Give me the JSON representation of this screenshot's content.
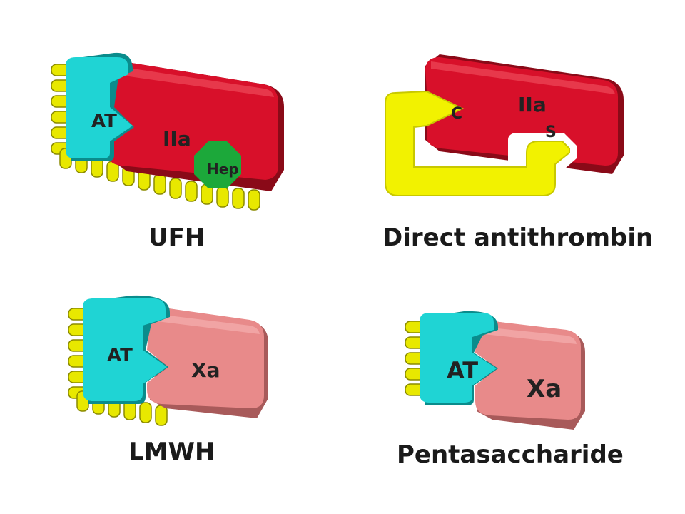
{
  "colors": {
    "antithrombin": "#1fd4d4",
    "thrombin": "#d8102a",
    "factor_xa": "#e88a8a",
    "heparin_chain": "#e8e800",
    "heparin_fragment": "#1ca83a",
    "direct_inhibitor": "#f2f200"
  },
  "panels": {
    "ufh": {
      "caption": "UFH",
      "at_label": "AT",
      "enzyme_label": "IIa",
      "hep_label": "Hep"
    },
    "direct": {
      "caption": "Direct antithrombin",
      "enzyme_label": "IIa",
      "c_label": "C",
      "s_label": "S"
    },
    "lmwh": {
      "caption": "LMWH",
      "at_label": "AT",
      "enzyme_label": "Xa"
    },
    "penta": {
      "caption": "Pentasaccharide",
      "at_label": "AT",
      "enzyme_label": "Xa"
    }
  }
}
